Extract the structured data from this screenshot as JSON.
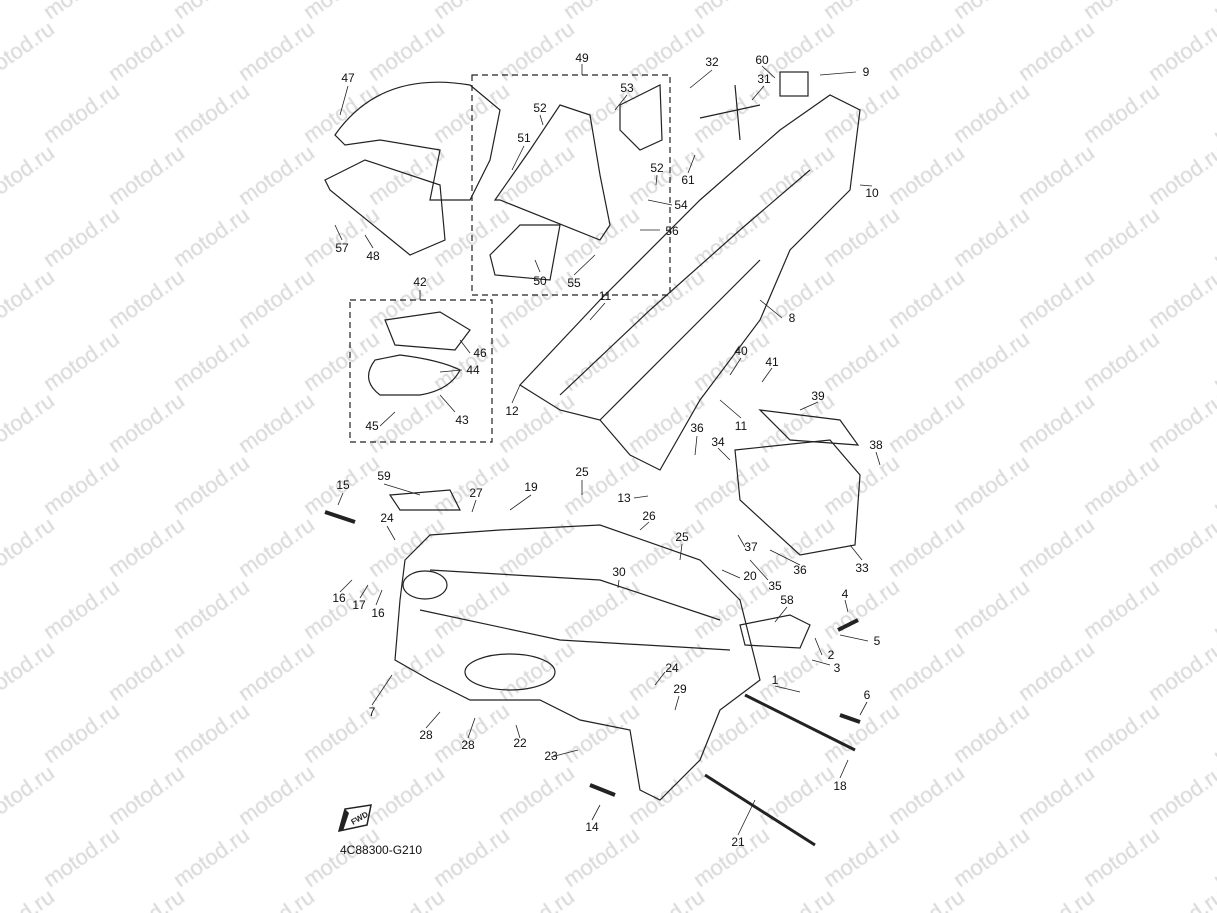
{
  "watermark": "motod.ru",
  "diagram_code": "4C88300-G210",
  "fwd_label": "FWD",
  "labels": {
    "p47": "47",
    "p49": "49",
    "p53": "53",
    "p52a": "52",
    "p51": "51",
    "p52b": "52",
    "p54": "54",
    "p56": "56",
    "p55": "55",
    "p50": "50",
    "p48": "48",
    "p57": "57",
    "p32": "32",
    "p60": "60",
    "p31": "31",
    "p9": "9",
    "p61": "61",
    "p10": "10",
    "p11a": "11",
    "p8": "8",
    "p42": "42",
    "p46": "46",
    "p44": "44",
    "p43": "43",
    "p45": "45",
    "p40": "40",
    "p41": "41",
    "p12": "12",
    "p11b": "11",
    "p39": "39",
    "p36a": "36",
    "p34": "34",
    "p38": "38",
    "p25a": "25",
    "p13": "13",
    "p59": "59",
    "p27": "27",
    "p19": "19",
    "p15": "15",
    "p24a": "24",
    "p26": "26",
    "p25b": "25",
    "p37": "37",
    "p35": "35",
    "p36b": "36",
    "p33": "33",
    "p30": "30",
    "p20": "20",
    "p4": "4",
    "p58": "58",
    "p5": "5",
    "p2": "2",
    "p16a": "16",
    "p17": "17",
    "p16b": "16",
    "p3": "3",
    "p1": "1",
    "p6": "6",
    "p24b": "24",
    "p29": "29",
    "p7": "7",
    "p28a": "28",
    "p28b": "28",
    "p22": "22",
    "p23": "23",
    "p18": "18",
    "p14": "14",
    "p21": "21"
  }
}
